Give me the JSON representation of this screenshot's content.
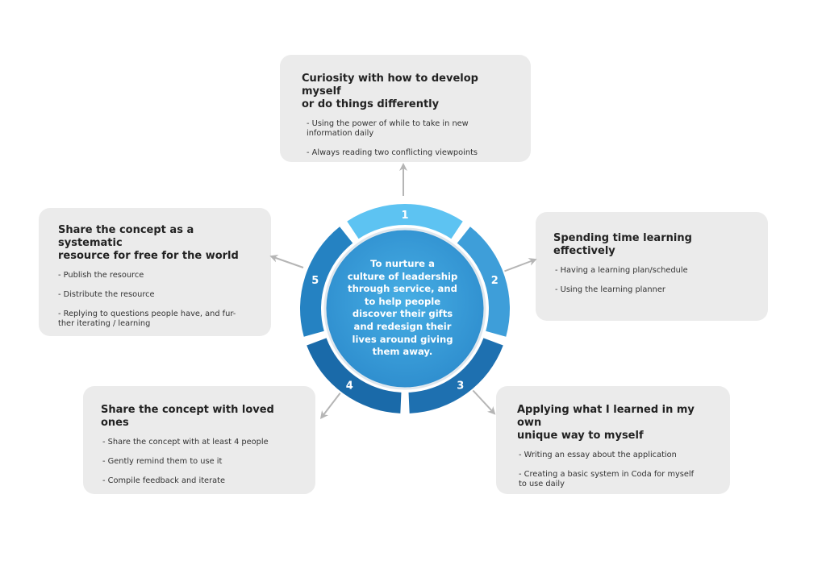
{
  "center": {
    "lines": [
      "To nurture a",
      "culture of leadership",
      "through service, and",
      "to help people",
      "discover their gifts",
      "and redesign their",
      "lives around giving",
      "them away."
    ]
  },
  "segments": [
    {
      "number": "1",
      "color": "#5dc3f2"
    },
    {
      "number": "2",
      "color": "#3e9ed9"
    },
    {
      "number": "3",
      "color": "#1e70b0"
    },
    {
      "number": "4",
      "color": "#1a6aa9"
    },
    {
      "number": "5",
      "color": "#2582c2"
    }
  ],
  "colors": {
    "core": "#3aa0dc",
    "card_background": "#ebebeb",
    "arrow": "#b5b5b5"
  },
  "cards": [
    {
      "step": "1",
      "title": [
        "Curiosity with how to develop myself",
        "or do things differently"
      ],
      "items": [
        [
          "- Using the power of while to take in new",
          "information daily"
        ],
        [
          "- Always reading two conflicting viewpoints"
        ]
      ]
    },
    {
      "step": "2",
      "title": [
        "Spending time learning effectively"
      ],
      "items": [
        [
          "- Having a learning plan/schedule"
        ],
        [
          "- Using the learning planner"
        ]
      ]
    },
    {
      "step": "3",
      "title": [
        "Applying what I learned in my own",
        "unique way to myself"
      ],
      "items": [
        [
          "- Writing an essay about the application"
        ],
        [
          "- Creating a basic system in Coda for myself",
          "to use daily"
        ]
      ]
    },
    {
      "step": "4",
      "title": [
        "Share the concept with loved ones"
      ],
      "items": [
        [
          "- Share the concept with at least 4 people"
        ],
        [
          "- Gently remind them to use it"
        ],
        [
          "- Compile feedback and iterate"
        ]
      ]
    },
    {
      "step": "5",
      "title": [
        "Share the concept as a systematic",
        "resource for free for the world"
      ],
      "items": [
        [
          "- Publish the resource"
        ],
        [
          "- Distribute the resource"
        ],
        [
          "- Replying to questions people have, and fur-",
          "ther iterating / learning"
        ]
      ]
    }
  ]
}
